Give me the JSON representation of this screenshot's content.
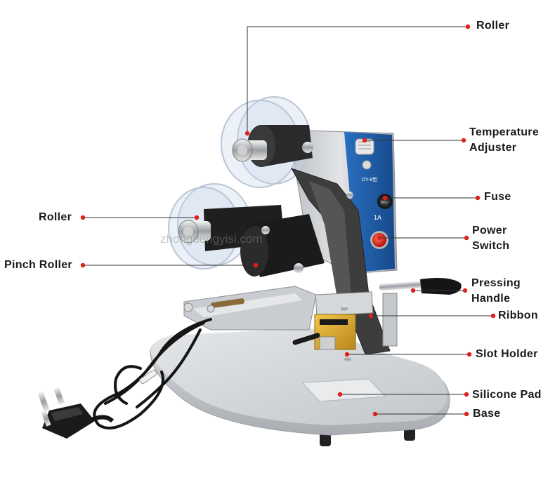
{
  "watermark": "zhongdengyisi.com",
  "machine_panel": {
    "fuse_text": "1A",
    "model_text": "DY-8型",
    "fuse_cap_text": "380v"
  },
  "callouts": [
    {
      "id": "roller-top",
      "label": "Roller"
    },
    {
      "id": "temperature-adjuster",
      "label_lines": [
        "Temperature",
        "Adjuster"
      ]
    },
    {
      "id": "fuse",
      "label": "Fuse"
    },
    {
      "id": "power-switch",
      "label_lines": [
        "Power",
        "Switch"
      ]
    },
    {
      "id": "roller-left",
      "label": "Roller"
    },
    {
      "id": "pinch-roller",
      "label": "Pinch Roller"
    },
    {
      "id": "pressing-handle",
      "label_lines": [
        "Pressing",
        "Handle"
      ]
    },
    {
      "id": "ribbon",
      "label": "Ribbon"
    },
    {
      "id": "slot-holder",
      "label": "Slot Holder"
    },
    {
      "id": "silicone-pad",
      "label": "Silicone Pad"
    },
    {
      "id": "base",
      "label": "Base"
    }
  ],
  "colors": {
    "dot": "#e0201b",
    "line": "#333333",
    "panel_blue": "#1f5fae",
    "metal": "#c8ccd0",
    "arm": "#3a3a3a",
    "switch_red": "#e5251c"
  }
}
